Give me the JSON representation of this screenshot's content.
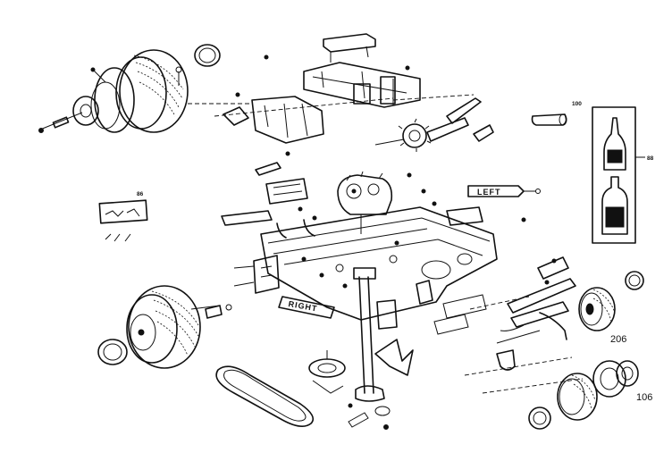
{
  "labels": {
    "left": "LEFT",
    "right": "RIGHT"
  },
  "callouts": {
    "bottom_right_a": "206",
    "bottom_right_b": "106",
    "top_right": "100",
    "kit": "86",
    "bottle_box": "88"
  }
}
